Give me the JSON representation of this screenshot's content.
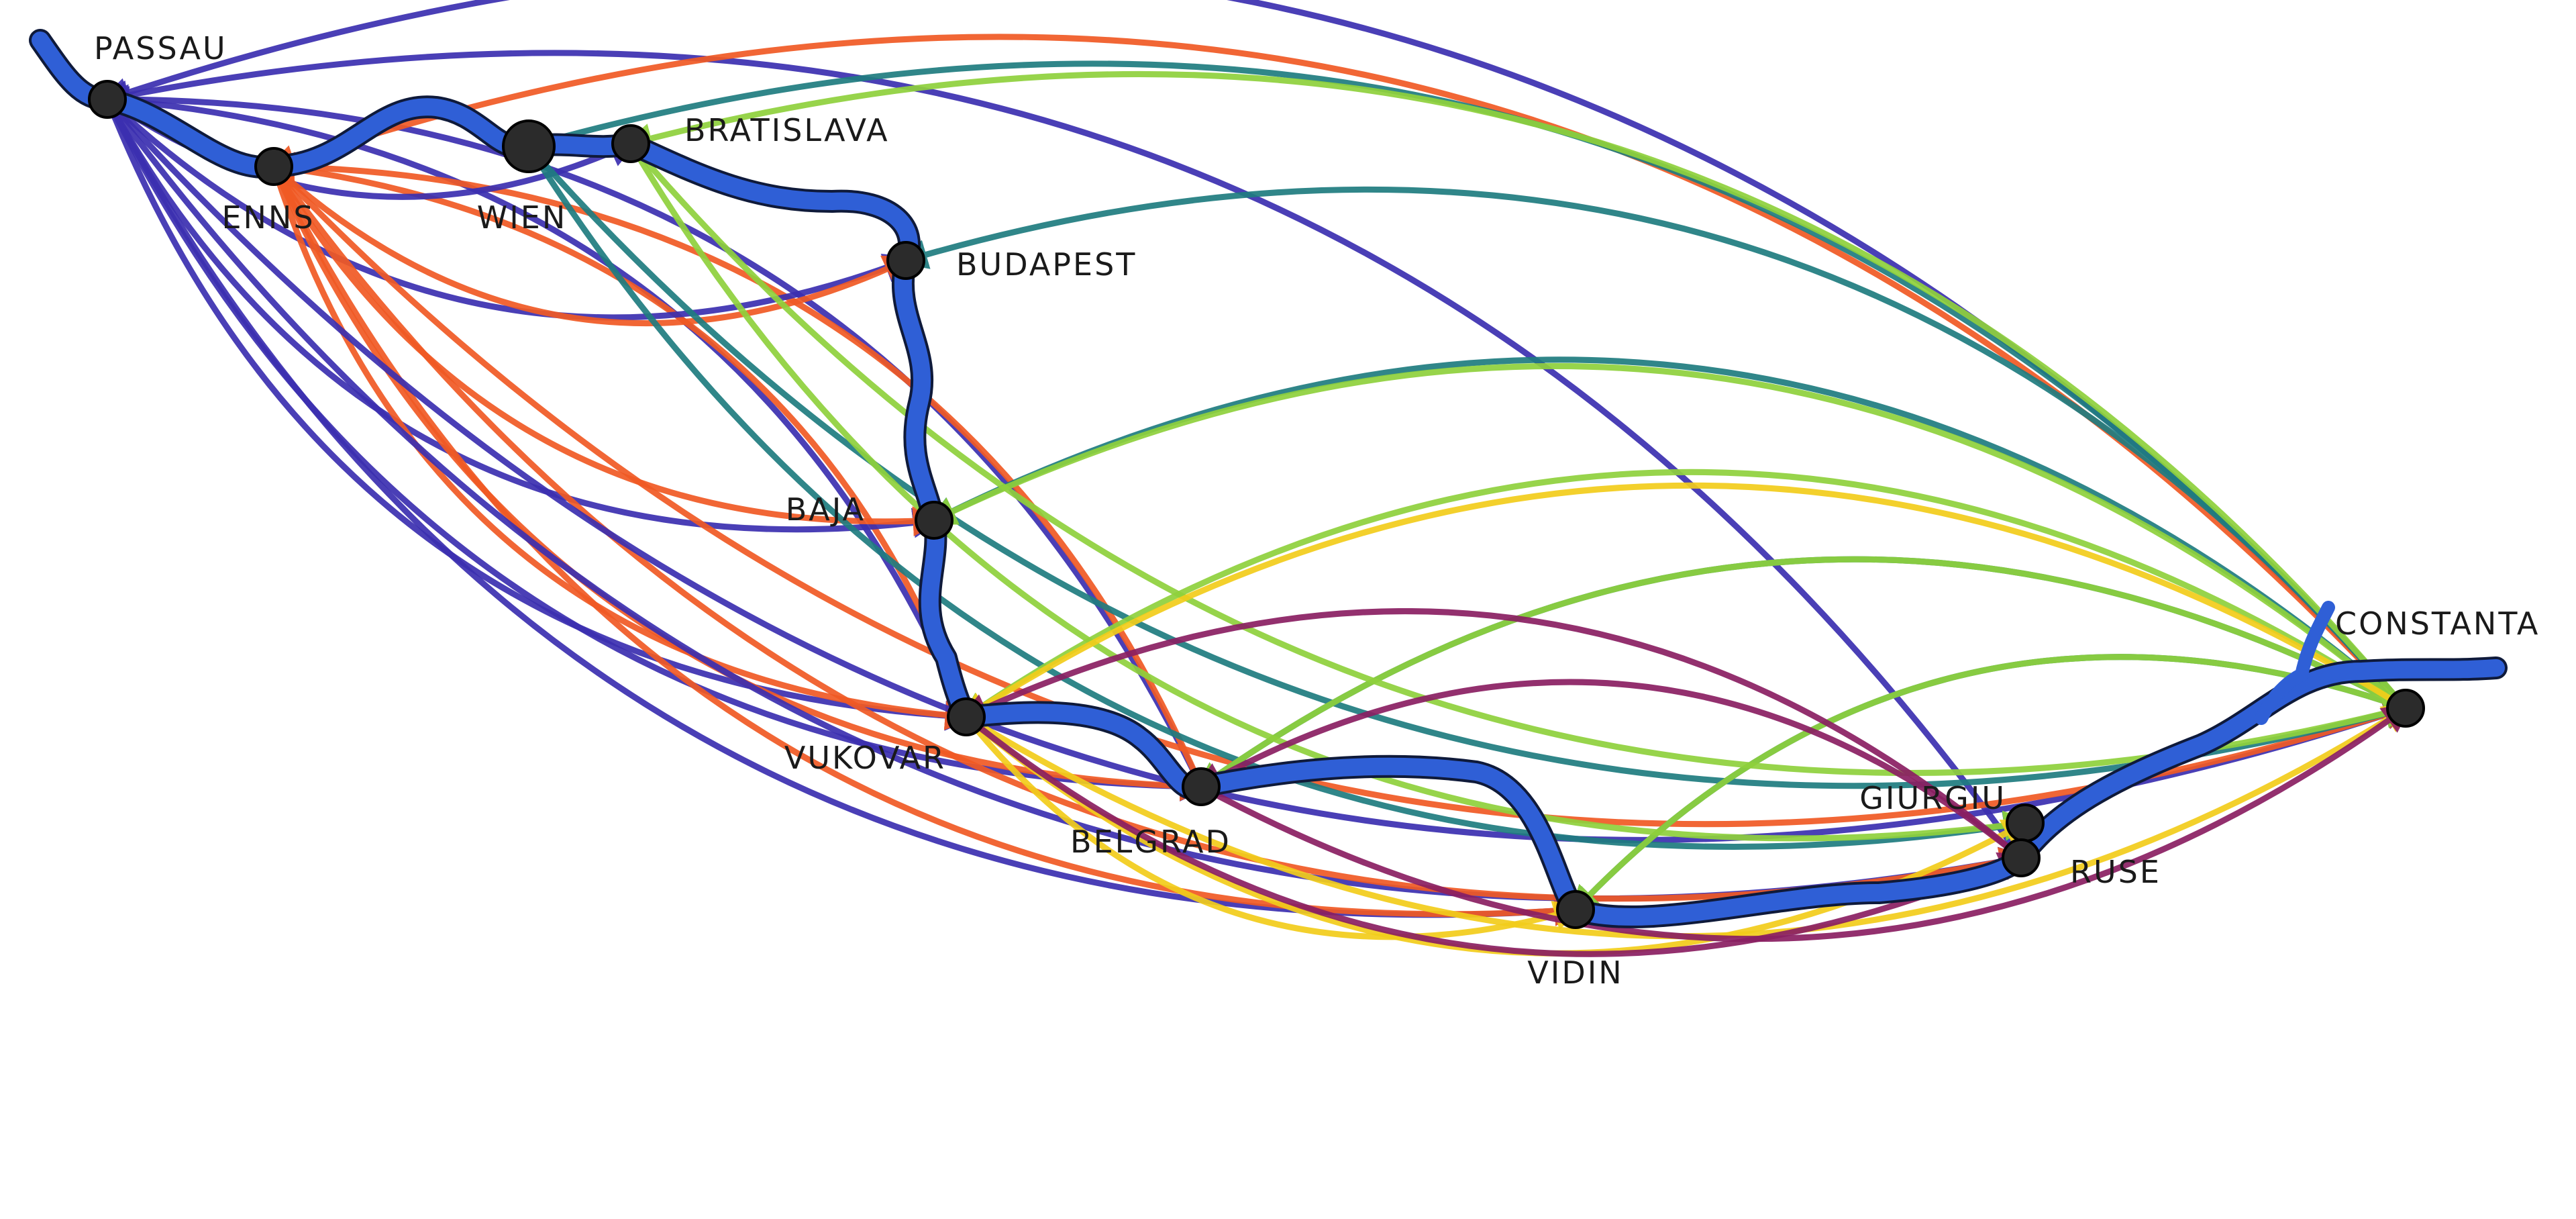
{
  "colors": {
    "river": "#2f5fd6",
    "river_edge": "#0f1a3a",
    "port": "#2b2b2b",
    "flow_blue": "#3b2fb0",
    "flow_orange": "#f05a24",
    "flow_teal": "#1f7c80",
    "flow_lightgreen": "#8fd13c",
    "flow_yellow": "#f2cd1b",
    "flow_purple": "#8a1f62"
  },
  "ports": [
    {
      "id": "passau",
      "label": "PASSAU"
    },
    {
      "id": "enns",
      "label": "ENNS"
    },
    {
      "id": "wien",
      "label": "WIEN"
    },
    {
      "id": "bratislava",
      "label": "BRATISLAVA"
    },
    {
      "id": "budapest",
      "label": "BUDAPEST"
    },
    {
      "id": "baja",
      "label": "BAJA"
    },
    {
      "id": "vukovar",
      "label": "VUKOVAR"
    },
    {
      "id": "belgrad",
      "label": "BELGRAD"
    },
    {
      "id": "vidin",
      "label": "VIDIN"
    },
    {
      "id": "giurgiu",
      "label": "GIURGIU"
    },
    {
      "id": "ruse",
      "label": "RUSE"
    },
    {
      "id": "constanta",
      "label": "CONSTANTA"
    }
  ],
  "flows": [
    {
      "from": "vukovar",
      "to": "passau",
      "color": "flow_blue"
    },
    {
      "from": "belgrad",
      "to": "passau",
      "color": "flow_blue"
    },
    {
      "from": "ruse",
      "to": "passau",
      "color": "flow_blue"
    },
    {
      "from": "constanta",
      "to": "passau",
      "color": "flow_blue"
    },
    {
      "from": "vukovar",
      "to": "enns",
      "color": "flow_orange"
    },
    {
      "from": "belgrad",
      "to": "enns",
      "color": "flow_orange"
    },
    {
      "from": "constanta",
      "to": "enns",
      "color": "flow_orange"
    },
    {
      "from": "passau",
      "to": "bratislava",
      "color": "flow_blue"
    },
    {
      "from": "passau",
      "to": "budapest",
      "color": "flow_blue"
    },
    {
      "from": "enns",
      "to": "budapest",
      "color": "flow_orange"
    },
    {
      "from": "passau",
      "to": "baja",
      "color": "flow_blue"
    },
    {
      "from": "enns",
      "to": "baja",
      "color": "flow_orange"
    },
    {
      "from": "passau",
      "to": "vukovar",
      "color": "flow_blue"
    },
    {
      "from": "enns",
      "to": "vukovar",
      "color": "flow_orange"
    },
    {
      "from": "passau",
      "to": "belgrad",
      "color": "flow_blue"
    },
    {
      "from": "enns",
      "to": "belgrad",
      "color": "flow_orange"
    },
    {
      "from": "passau",
      "to": "vidin",
      "color": "flow_blue"
    },
    {
      "from": "enns",
      "to": "vidin",
      "color": "flow_orange"
    },
    {
      "from": "passau",
      "to": "ruse",
      "color": "flow_blue"
    },
    {
      "from": "enns",
      "to": "ruse",
      "color": "flow_orange"
    },
    {
      "from": "passau",
      "to": "constanta",
      "color": "flow_blue"
    },
    {
      "from": "enns",
      "to": "constanta",
      "color": "flow_orange"
    },
    {
      "from": "constanta",
      "to": "wien",
      "color": "flow_teal"
    },
    {
      "from": "constanta",
      "to": "budapest",
      "color": "flow_teal"
    },
    {
      "from": "constanta",
      "to": "baja",
      "color": "flow_teal"
    },
    {
      "from": "constanta",
      "to": "belgrad",
      "color": "flow_teal"
    },
    {
      "from": "constanta",
      "to": "vidin",
      "color": "flow_teal"
    },
    {
      "from": "wien",
      "to": "giurgiu",
      "color": "flow_teal"
    },
    {
      "from": "wien",
      "to": "constanta",
      "color": "flow_teal"
    },
    {
      "from": "constanta",
      "to": "bratislava",
      "color": "flow_lightgreen"
    },
    {
      "from": "constanta",
      "to": "baja",
      "color": "flow_lightgreen"
    },
    {
      "from": "constanta",
      "to": "vukovar",
      "color": "flow_lightgreen"
    },
    {
      "from": "constanta",
      "to": "belgrad",
      "color": "flow_lightgreen"
    },
    {
      "from": "constanta",
      "to": "vidin",
      "color": "flow_lightgreen"
    },
    {
      "from": "bratislava",
      "to": "giurgiu",
      "color": "flow_lightgreen"
    },
    {
      "from": "bratislava",
      "to": "constanta",
      "color": "flow_lightgreen"
    },
    {
      "from": "constanta",
      "to": "vukovar",
      "color": "flow_yellow"
    },
    {
      "from": "vukovar",
      "to": "vidin",
      "color": "flow_yellow"
    },
    {
      "from": "vukovar",
      "to": "giurgiu",
      "color": "flow_yellow"
    },
    {
      "from": "vukovar",
      "to": "constanta",
      "color": "flow_yellow"
    },
    {
      "from": "ruse",
      "to": "vukovar",
      "color": "flow_purple"
    },
    {
      "from": "ruse",
      "to": "belgrad",
      "color": "flow_purple"
    },
    {
      "from": "vukovar",
      "to": "ruse",
      "color": "flow_purple"
    },
    {
      "from": "belgrad",
      "to": "constanta",
      "color": "flow_purple"
    }
  ]
}
